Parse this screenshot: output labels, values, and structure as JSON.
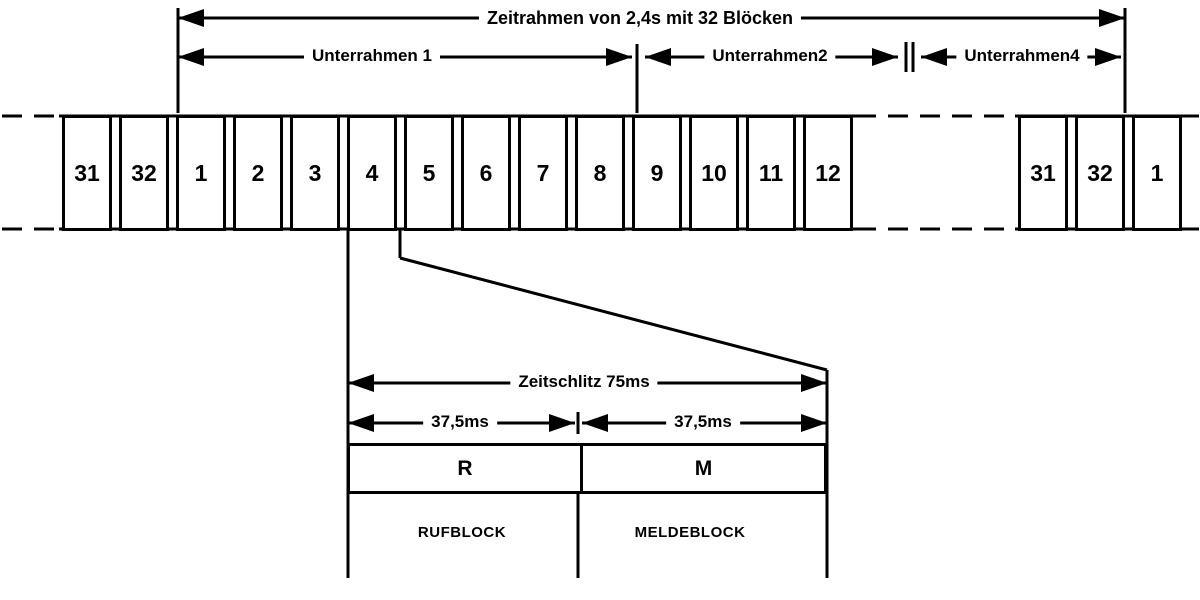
{
  "timeframe": {
    "label": "Zeitrahmen von 2,4s mit 32 Blöcken"
  },
  "subframes": [
    {
      "label": "Unterrahmen 1"
    },
    {
      "label": "Unterrahmen2"
    },
    {
      "label": "Unterrahmen4"
    }
  ],
  "blocks": {
    "main": [
      "31",
      "32",
      "1",
      "2",
      "3",
      "4",
      "5",
      "6",
      "7",
      "8",
      "9",
      "10",
      "11",
      "12"
    ],
    "right": [
      "31",
      "32",
      "1"
    ]
  },
  "detail": {
    "timeslot_label": "Zeitschlitz 75ms",
    "half_left": "37,5ms",
    "half_right": "37,5ms",
    "cell_left": "R",
    "cell_right": "M",
    "caption_left": "RUFBLOCK",
    "caption_right": "MELDEBLOCK"
  },
  "colors": {
    "line": "#000000",
    "background": "#ffffff"
  }
}
